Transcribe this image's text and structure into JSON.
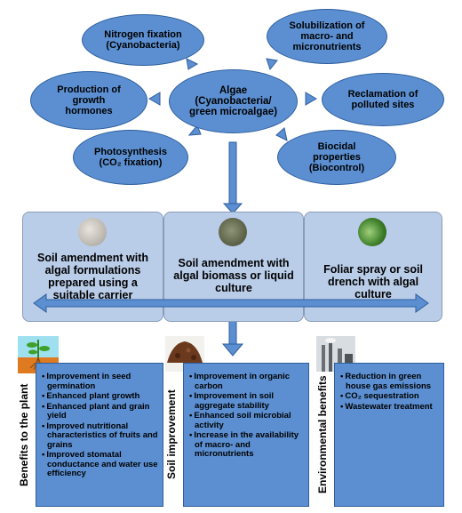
{
  "center": {
    "label": "Algae\n(Cyanobacteria/\ngreen microalgae)"
  },
  "outcomes": {
    "nitrogen": "Nitrogen fixation\n(Cyanobacteria)",
    "solubilization": "Solubilization of\nmacro- and\nmicronutrients",
    "hormones": "Production of\ngrowth\nhormones",
    "reclamation": "Reclamation of\npolluted sites",
    "photosynthesis": "Photosynthesis\n(CO₂ fixation)",
    "biocidal": "Biocidal\nproperties\n(Biocontrol)"
  },
  "applications": [
    {
      "text": "Soil amendment with\nalgal formulations\nprepared using a\nsuitable carrier"
    },
    {
      "text": "Soil amendment with\nalgal biomass or liquid\nculture"
    },
    {
      "text": "Foliar spray or soil\ndrench with algal culture"
    }
  ],
  "benefits": [
    {
      "title": "Benefits to the plant",
      "items": [
        "Improvement in seed germination",
        "Enhanced plant growth",
        "Enhanced plant and grain yield",
        "Improved nutritional characteristics of fruits and grains",
        "Improved stomatal conductance and water use efficiency"
      ]
    },
    {
      "title": "Soil improvement",
      "items": [
        "Improvement in organic carbon",
        "Improvement in soil aggregate stability",
        "Enhanced soil microbial activity",
        "Increase in the availability of macro- and micronutrients"
      ]
    },
    {
      "title": "Environmental benefits",
      "items": [
        "Reduction in green house gas emissions",
        "CO₂ sequestration",
        "Wastewater treatment"
      ]
    }
  ],
  "colors": {
    "ellipse": "#5b8fd1",
    "panel": "#b9cce8",
    "arrow": "#5b8fd1"
  }
}
